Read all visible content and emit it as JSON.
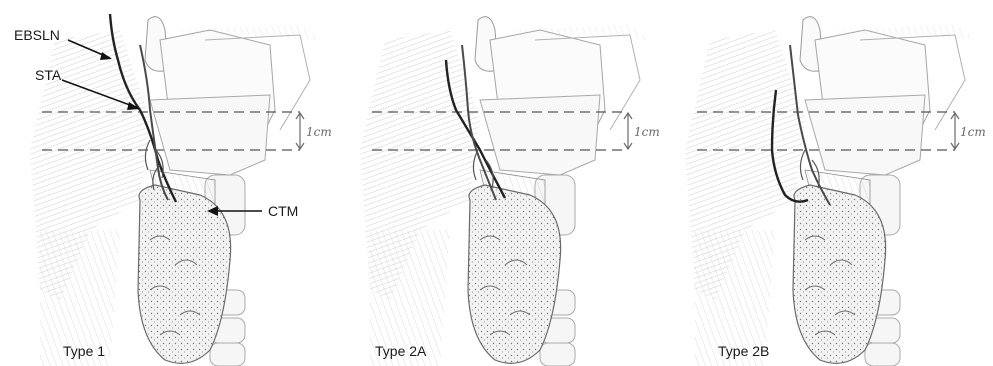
{
  "panels": [
    {
      "caption": "Type 1",
      "scale_label": "1cm"
    },
    {
      "caption": "Type 2A",
      "scale_label": "1cm"
    },
    {
      "caption": "Type 2B",
      "scale_label": "1cm"
    }
  ],
  "labels": {
    "ebsln": "EBSLN",
    "sta": "STA",
    "ctm": "CTM"
  },
  "colors": {
    "ink": "#1a1a1a",
    "sketch": "#8a8a8a",
    "dashed_line": "#555555"
  }
}
